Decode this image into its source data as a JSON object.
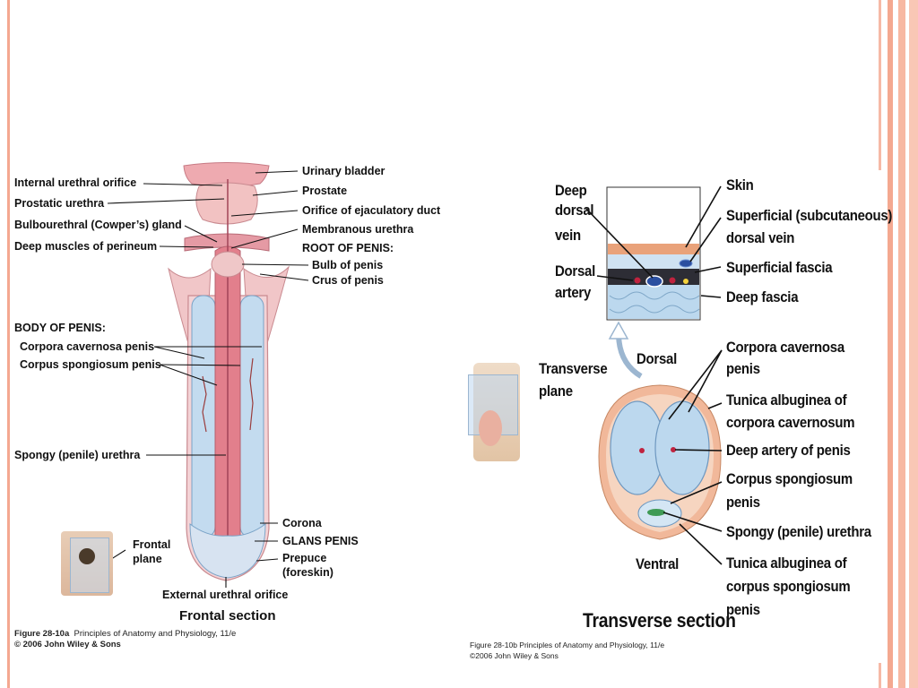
{
  "colors": {
    "border_salmon": "#f4a890",
    "tissue_pink": "#e89aa2",
    "tissue_blue": "#bcd8ee",
    "background": "#ffffff"
  },
  "left": {
    "labels": {
      "internal_urethral_orifice": "Internal urethral orifice",
      "prostatic_urethra": "Prostatic urethra",
      "bulbourethral_gland": "Bulbourethral (Cowper’s) gland",
      "deep_muscles": "Deep muscles of perineum",
      "urinary_bladder": "Urinary bladder",
      "prostate": "Prostate",
      "orifice_ejaculatory": "Orifice of ejaculatory duct",
      "membranous_urethra": "Membranous urethra",
      "root_of_penis": "ROOT OF PENIS:",
      "bulb_of_penis": "Bulb of penis",
      "crus_of_penis": "Crus of penis",
      "body_of_penis": "BODY OF PENIS:",
      "corpora_cavernosa": "Corpora cavernosa penis",
      "corpus_spongiosum": "Corpus spongiosum penis",
      "spongy_urethra": "Spongy (penile) urethra",
      "corona": "Corona",
      "glans_penis": "GLANS PENIS",
      "prepuce_1": "Prepuce",
      "prepuce_2": "(foreskin)",
      "frontal_plane_1": "Frontal",
      "frontal_plane_2": "plane",
      "external_urethral_orifice": "External urethral orifice",
      "section_title": "Frontal section"
    },
    "caption": {
      "figure": "Figure 28-10a",
      "book": "Principles of Anatomy and Physiology, 11/e",
      "copyright": "© 2006 John Wiley & Sons"
    }
  },
  "right": {
    "labels": {
      "deep_dorsal_1": "Deep",
      "deep_dorsal_2": "dorsal",
      "deep_dorsal_3": "vein",
      "dorsal_artery_1": "Dorsal",
      "dorsal_artery_2": "artery",
      "skin": "Skin",
      "superficial_vein_1": "Superficial (subcutaneous)",
      "superficial_vein_2": "dorsal vein",
      "superficial_fascia": "Superficial fascia",
      "deep_fascia": "Deep fascia",
      "transverse_plane_1": "Transverse",
      "transverse_plane_2": "plane",
      "dorsal": "Dorsal",
      "corpora_cavernosa_1": "Corpora cavernosa",
      "corpora_cavernosa_2": "penis",
      "tunica_cav_1": "Tunica albuginea of",
      "tunica_cav_2": "corpora cavernosum",
      "deep_artery": "Deep artery of penis",
      "corpus_spong_1": "Corpus spongiosum",
      "corpus_spong_2": "penis",
      "spongy_urethra": "Spongy (penile) urethra",
      "ventral": "Ventral",
      "tunica_spong_1": "Tunica albuginea of",
      "tunica_spong_2": "corpus spongiosum",
      "tunica_spong_3": "penis",
      "section_title": "Transverse section"
    },
    "caption": {
      "figure": "Figure 28-10b",
      "book": "Principles of Anatomy and Physiology, 11/e",
      "copyright": "©2006 John Wiley & Sons"
    }
  }
}
